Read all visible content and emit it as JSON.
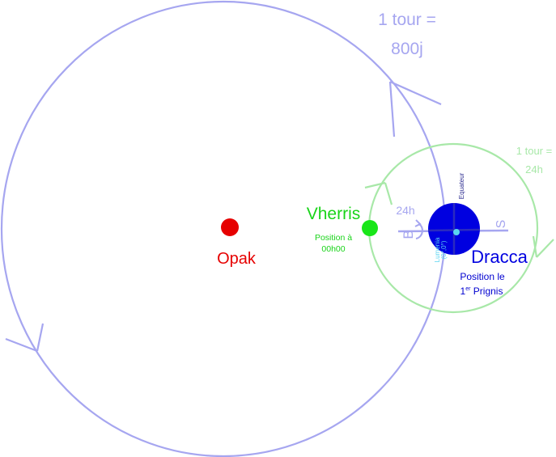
{
  "colors": {
    "star_orbit": "#a6a6f0",
    "moon_orbit": "#a8e8a8",
    "opak": "#e60000",
    "vherris": "#19e619",
    "dracca": "#0000e0",
    "dracca_axis": "#2b2bbf",
    "lumenia": "#5ad4f0",
    "rotation_axis": "#a6a6f0"
  },
  "big_orbit": {
    "label_line1": "1 tour =",
    "label_line2": "800j"
  },
  "moon_orbit": {
    "label_line1": "1 tour =",
    "label_line2": "24h"
  },
  "opak": {
    "name": "Opak"
  },
  "vherris": {
    "name": "Vherris",
    "note_line1": "Position à",
    "note_line2": "00h00"
  },
  "dracca": {
    "name": "Dracca",
    "note_line1": "Position le",
    "note_line2_main": "1",
    "note_line2_sup": "er",
    "note_line2_rest": " Prignis",
    "equator_label": "Equateur",
    "rotation_label": "24h",
    "axis_left_label": "B",
    "axis_right_label": "S"
  },
  "lumenia": {
    "name": "Lumenia",
    "coords": "(0°,0°)"
  }
}
